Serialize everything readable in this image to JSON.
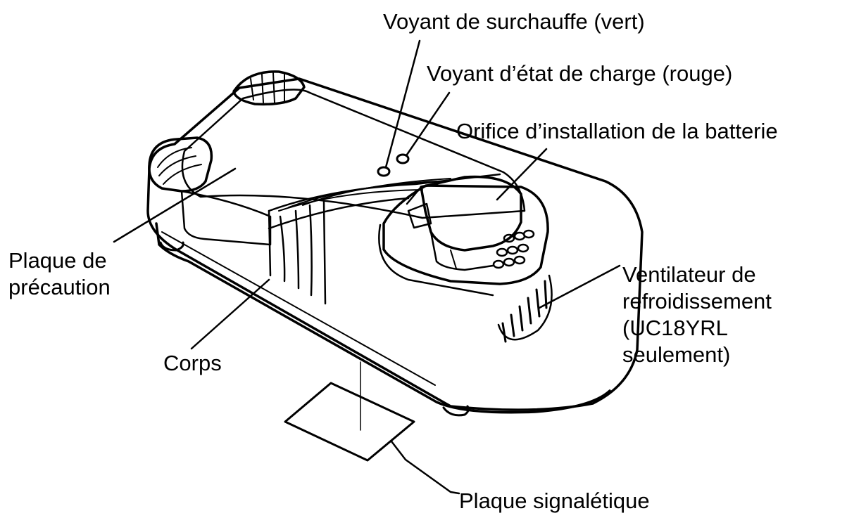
{
  "labels": {
    "voyant_surchauffe": "Voyant de surchauffe (vert)",
    "voyant_etat_charge": "Voyant d’état de charge (rouge)",
    "orifice_installation": "Orifice d’installation de la batterie",
    "plaque_precaution": [
      "Plaque de",
      "précaution"
    ],
    "corps": "Corps",
    "ventilateur": [
      "Ventilateur de",
      "refroidissement",
      "(UC18YRL",
      "seulement)"
    ],
    "plaque_signaletique": "Plaque signalétique"
  },
  "colors": {
    "line": "#000000",
    "fill": "#ffffff"
  }
}
